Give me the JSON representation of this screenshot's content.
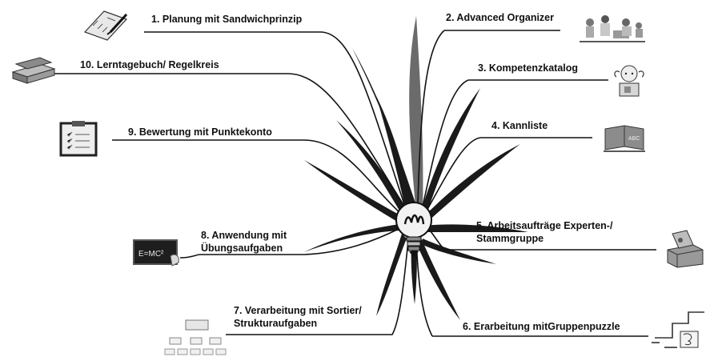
{
  "mindmap": {
    "center_icon": "lightbulb-icon",
    "branches": [
      {
        "id": "b1",
        "label": "1. Planung mit Sandwichprinzip",
        "icon": "checklist-pen-icon"
      },
      {
        "id": "b2",
        "label": "2. Advanced Organizer",
        "icon": "children-group-icon"
      },
      {
        "id": "b3",
        "label": "3. Kompetenzkatalog",
        "icon": "girl-reading-icon"
      },
      {
        "id": "b4",
        "label": "4. Kannliste",
        "icon": "open-book-icon"
      },
      {
        "id": "b5",
        "label_line1": "5. Arbeitsaufträge Experten-/",
        "label_line2": "Stammgruppe",
        "icon": "box-icon"
      },
      {
        "id": "b6",
        "label": "6. Erarbeitung mitGruppenpuzzle",
        "icon": "puzzle-icon"
      },
      {
        "id": "b7",
        "label_line1": "7. Verarbeitung mit Sortier/",
        "label_line2": "Strukturaufgaben",
        "icon": "structure-chart-icon"
      },
      {
        "id": "b8",
        "label_line1": "8. Anwendung mit",
        "label_line2": "Übungsaufgaben",
        "icon": "chalkboard-icon"
      },
      {
        "id": "b9",
        "label": "9. Bewertung mit Punktekonto",
        "icon": "clipboard-icon"
      },
      {
        "id": "b10",
        "label": "10. Lerntagebuch/ Regelkreis",
        "icon": "books-icon"
      }
    ],
    "chalkboard_text": "E=MC²",
    "book_text": "ABC"
  }
}
